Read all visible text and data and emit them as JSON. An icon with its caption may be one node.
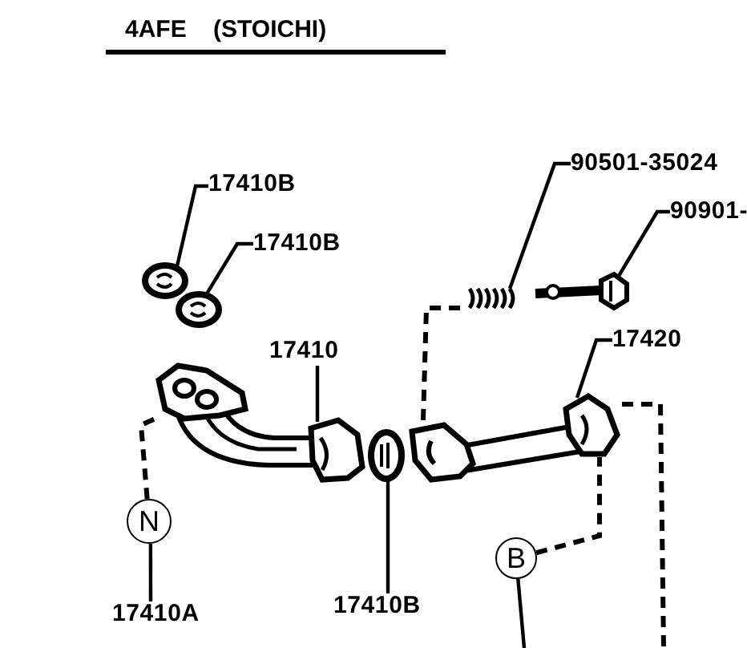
{
  "diagram": {
    "title": "4AFE    (STOICHI)",
    "nodes": [
      {
        "text": [
          "17410B"
        ]
      },
      {
        "text": [
          "17410B"
        ]
      },
      {
        "text": [
          "90501-35024"
        ]
      },
      {
        "text": [
          "90901-"
        ]
      },
      {
        "text": [
          "17410"
        ]
      },
      {
        "text": [
          "17420"
        ]
      },
      {
        "text": [
          "N"
        ]
      },
      {
        "text": [
          "17410A"
        ]
      },
      {
        "text": [
          "17410B"
        ]
      },
      {
        "text": [
          "B"
        ]
      },
      {
        "text": [],
        "shape": "picture"
      },
      {
        "text": [],
        "shape": "picture"
      },
      {
        "text": [],
        "shape": "picture"
      },
      {
        "text": [],
        "shape": "picture"
      },
      {
        "text": [],
        "shape": "picture"
      },
      {
        "text": [],
        "shape": "picture"
      },
      {
        "text": [],
        "shape": "picture"
      }
    ],
    "edges": [
      {
        "from": 0,
        "to": 10,
        "arrow": "none"
      },
      {
        "from": 1,
        "to": 11,
        "arrow": "none"
      },
      {
        "from": 2,
        "to": 12,
        "arrow": "none"
      },
      {
        "from": 3,
        "to": 13,
        "arrow": "none"
      },
      {
        "from": 4,
        "to": 14,
        "arrow": "none"
      },
      {
        "from": 5,
        "to": 16,
        "arrow": "none"
      },
      {
        "from": 7,
        "to": 6,
        "arrow": "none"
      },
      {
        "from": 6,
        "to": 14,
        "arrow": "none",
        "style": "dashed"
      },
      {
        "from": 8,
        "to": 15,
        "arrow": "none"
      },
      {
        "from": 9,
        "to": 16,
        "arrow": "none",
        "style": "dashed"
      },
      {
        "from": 12,
        "to": 16,
        "arrow": "none",
        "style": "dashed"
      },
      {
        "from": 16,
        "to": null,
        "arrow": "none",
        "style": "dashed"
      },
      {
        "from": 9,
        "to": null,
        "arrow": "none"
      }
    ]
  }
}
